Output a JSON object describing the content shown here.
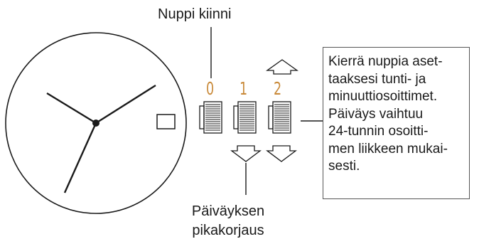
{
  "labels": {
    "crown_closed": "Nuppi kiinni",
    "quick_date": [
      "Päiväyksen",
      "pikakorjaus"
    ]
  },
  "crown_positions": [
    "0",
    "1",
    "2"
  ],
  "instruction_lines": [
    "Kierrä nuppia aset-",
    "taaksesi tunti- ja",
    "minuuttiosoittimet.",
    "Päiväys vaihtuu",
    "24-tunnin osoitti-",
    "men liikkeen mukai-",
    "sesti."
  ],
  "colors": {
    "ink": "#1a1a1a",
    "position_numbers": "#c98a3a",
    "box_border": "#555555"
  }
}
